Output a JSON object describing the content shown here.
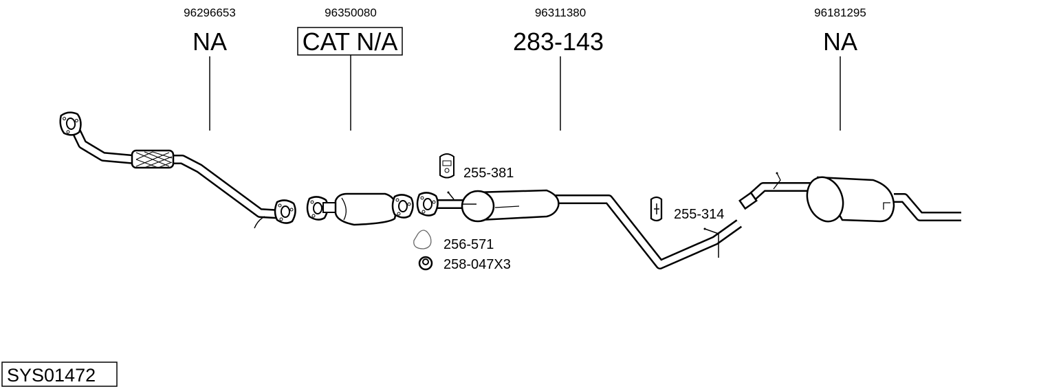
{
  "parts": [
    {
      "oe_number": "96296653",
      "code": "NA"
    },
    {
      "oe_number": "96350080",
      "code": "CAT N/A"
    },
    {
      "oe_number": "96311380",
      "code": "283-143"
    },
    {
      "oe_number": "96181295",
      "code": "NA"
    }
  ],
  "accessories": [
    {
      "code": "255-381",
      "icon": "rubber-hanger-icon"
    },
    {
      "code": "256-571",
      "icon": "gasket-icon"
    },
    {
      "code": "258-047X3",
      "icon": "nut-icon"
    },
    {
      "code": "255-314",
      "icon": "rubber-hanger-icon"
    }
  ],
  "system_id": "SYS01472"
}
